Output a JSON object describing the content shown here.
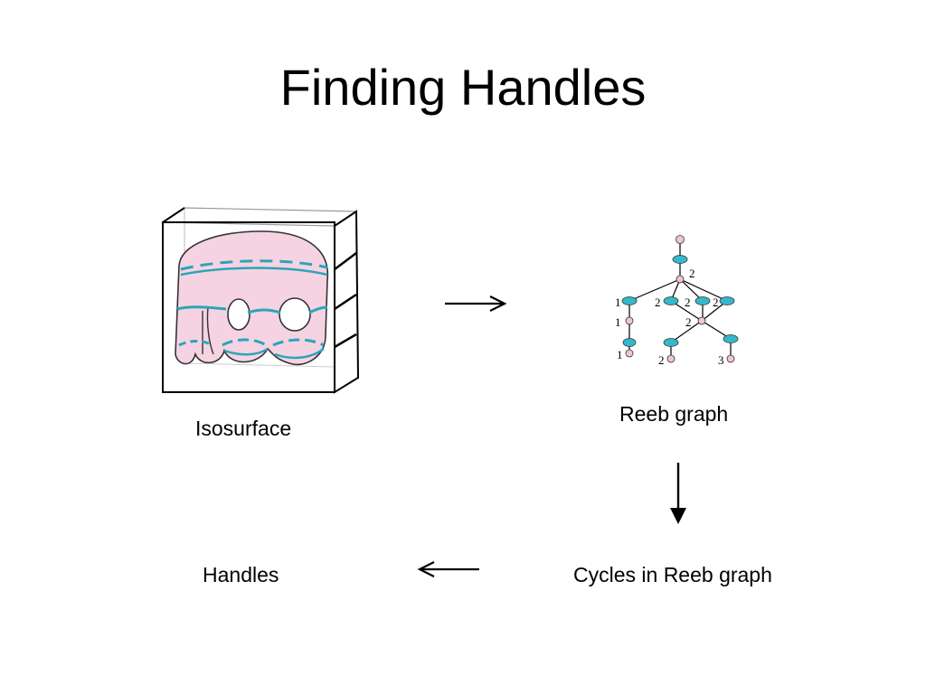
{
  "slide": {
    "title": "Finding Handles",
    "labels": {
      "isosurface": "Isosurface",
      "reeb_graph": "Reeb graph",
      "handles": "Handles",
      "cycles": "Cycles in Reeb graph"
    },
    "reeb_node_numbers": [
      "2",
      "1",
      "2",
      "2",
      "2",
      "1",
      "2",
      "1",
      "2",
      "3"
    ]
  },
  "colors": {
    "surface_fill": "#f6d3e2",
    "contour": "#2aa6b8",
    "node_cyan": "#35b7cc",
    "node_pink": "#f2c4d8",
    "ink": "#000000"
  }
}
